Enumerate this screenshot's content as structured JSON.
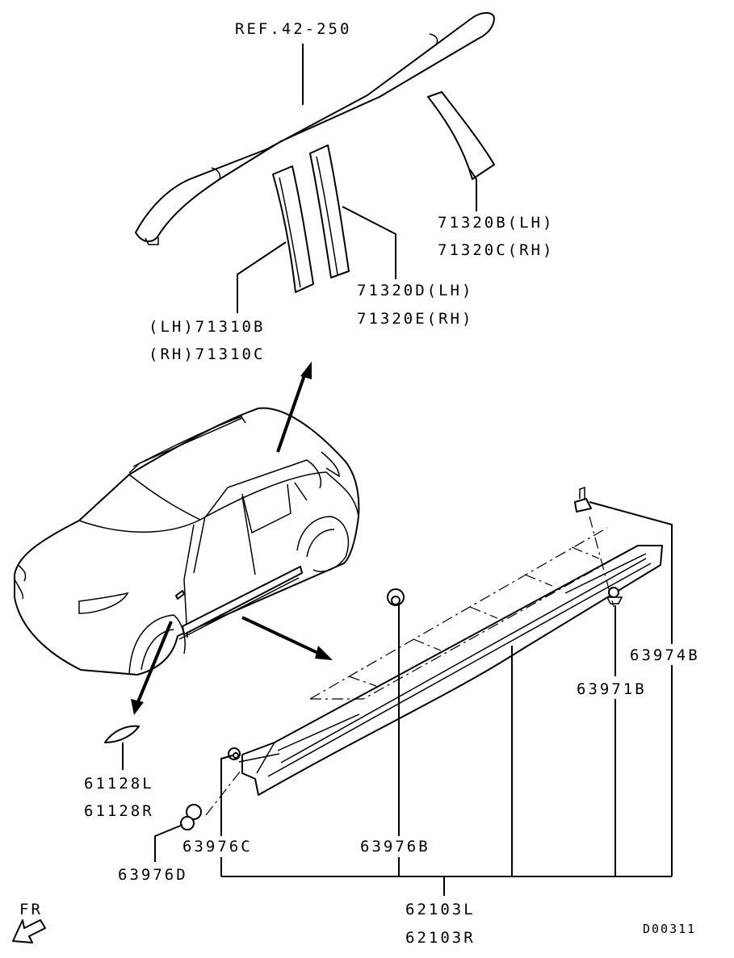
{
  "labels": {
    "ref": "REF.42-250",
    "p71320b": "71320B(LH)",
    "p71320c": "71320C(RH)",
    "p71320d": "71320D(LH)",
    "p71320e": "71320E(RH)",
    "p71310b": "(LH)71310B",
    "p71310c": "(RH)71310C",
    "p63974b": "63974B",
    "p63971b": "63971B",
    "p61128l": "61128L",
    "p61128r": "61128R",
    "p63976c": "63976C",
    "p63976b": "63976B",
    "p63976d": "63976D",
    "p62103l": "62103L",
    "p62103r": "62103R",
    "fr": "FR",
    "code": "D00311"
  },
  "colors": {
    "line": "#000000",
    "background": "#ffffff"
  },
  "icons": {
    "front_direction": "front-arrow-icon"
  }
}
